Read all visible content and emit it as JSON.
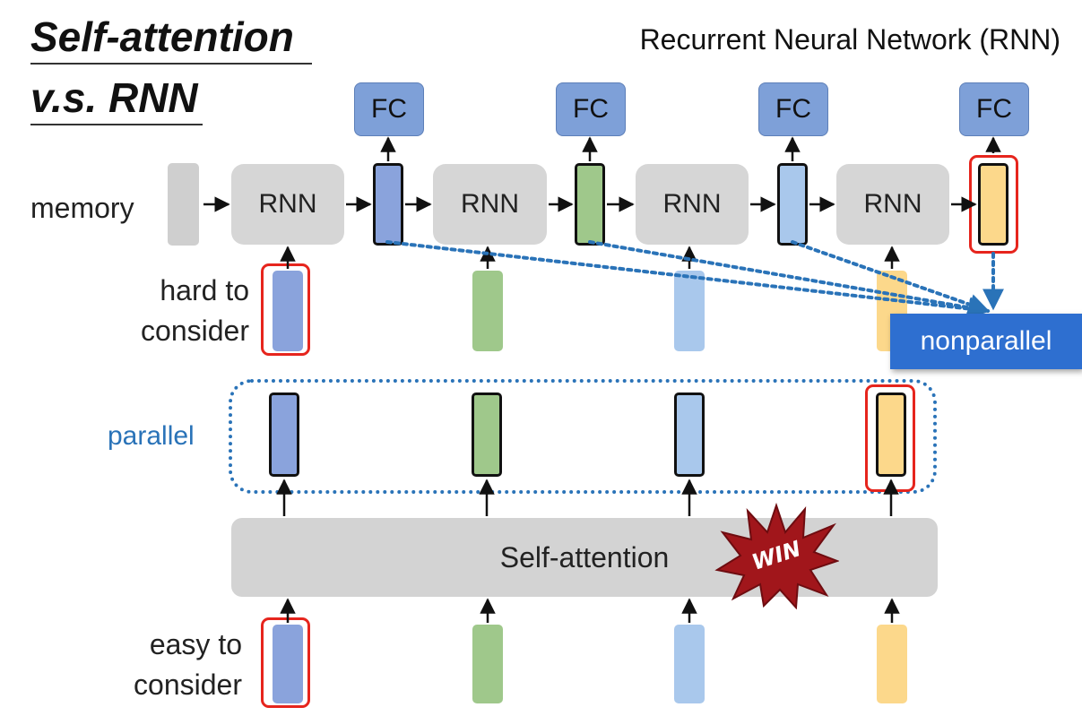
{
  "header": {
    "title_line1": "Self-attention",
    "title_line2": "v.s. RNN",
    "subtitle": "Recurrent Neural Network (RNN)"
  },
  "labels": {
    "memory": "memory",
    "hard_to_consider": [
      "hard to",
      "consider"
    ],
    "easy_to_consider": [
      "easy to",
      "consider"
    ],
    "parallel": "parallel",
    "nonparallel": "nonparallel",
    "win": "WIN"
  },
  "rnn": {
    "cell_label": "RNN",
    "fc_label": "FC",
    "cells": [
      "RNN",
      "RNN",
      "RNN",
      "RNN"
    ],
    "fc_boxes": [
      "FC",
      "FC",
      "FC",
      "FC"
    ]
  },
  "self_attention": {
    "label": "Self-attention"
  },
  "colors": {
    "vector_1": "#8aa3dc",
    "vector_2": "#9fc88b",
    "vector_3": "#a9c8ec",
    "vector_4": "#fcd88b",
    "highlight": "#e6251d",
    "dotted": "#2a73b8",
    "nonparallel_bg": "#2e6fd0",
    "fc_bg": "#7ea0d8",
    "box_gray": "#d3d3d3",
    "win_burst": "#a1161b"
  }
}
